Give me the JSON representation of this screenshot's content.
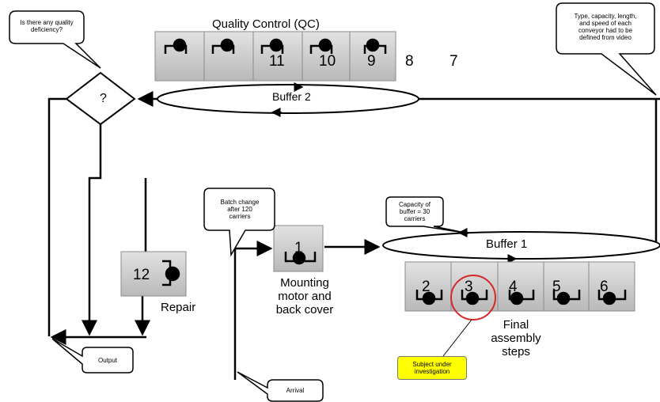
{
  "quality_control": {
    "title": "Quality Control (QC)",
    "station_numbers": [
      "11",
      "10",
      "9"
    ],
    "extra_numbers": [
      "8",
      "7"
    ]
  },
  "buffers": {
    "buffer2": "Buffer 2",
    "buffer1": "Buffer 1"
  },
  "decision": {
    "symbol": "?"
  },
  "repair": {
    "number": "12",
    "label": "Repair"
  },
  "mounting": {
    "number": "1",
    "label_lines": [
      "Mounting",
      "motor and",
      "back cover"
    ]
  },
  "final_assembly": {
    "station_numbers": [
      "2",
      "3",
      "4",
      "5",
      "6"
    ],
    "label_lines": [
      "Final",
      "assembly",
      "steps"
    ]
  },
  "callouts": {
    "quality_question": [
      "Is there any quality",
      "deficiency?"
    ],
    "conveyor_definition": [
      "Type, capacity, length,",
      "and speed of each",
      "conveyor had to be",
      "defined from video"
    ],
    "batch_change": [
      "Batch change",
      "after 120",
      "carriers"
    ],
    "buffer_capacity": [
      "Capacity of",
      "buffer = 30",
      "carriers"
    ],
    "output": "Output",
    "arrival": "Arrival",
    "subject": [
      "Subject under",
      "investigation"
    ]
  },
  "colors": {
    "highlight": "#ffff00",
    "circle": "#d62728",
    "station_fill": "#cfcfcf"
  }
}
